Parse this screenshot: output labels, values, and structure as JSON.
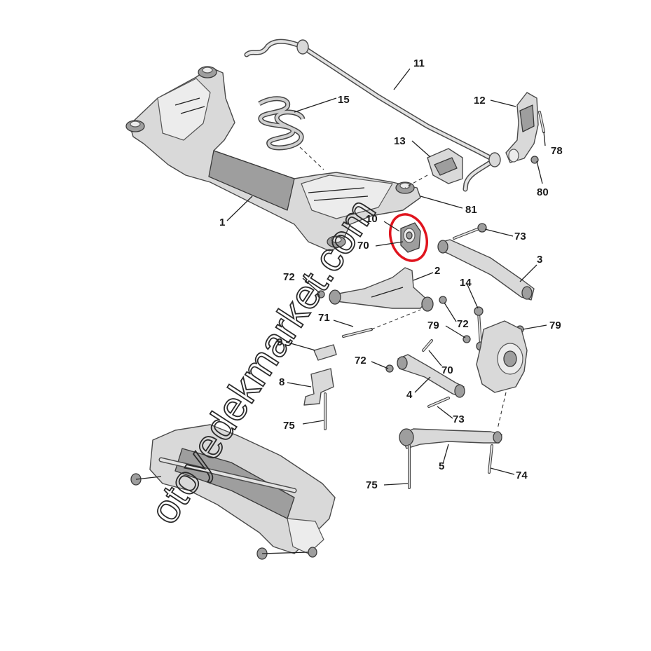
{
  "callouts": {
    "c1": "1",
    "c2": "2",
    "c3": "3",
    "c4": "4",
    "c5": "5",
    "c8": "8",
    "c9": "9",
    "c10": "10",
    "c11": "11",
    "c12": "12",
    "c13": "13",
    "c14": "14",
    "c15": "15",
    "c70a": "70",
    "c70b": "70",
    "c71": "71",
    "c72a": "72",
    "c72b": "72",
    "c72c": "72",
    "c73a": "73",
    "c73b": "73",
    "c74": "74",
    "c75a": "75",
    "c75b": "75",
    "c78": "78",
    "c79a": "79",
    "c79b": "79",
    "c80": "80",
    "c81": "81"
  },
  "watermark": "otoyedekmarket.com",
  "highlight_color": "#e0141e"
}
